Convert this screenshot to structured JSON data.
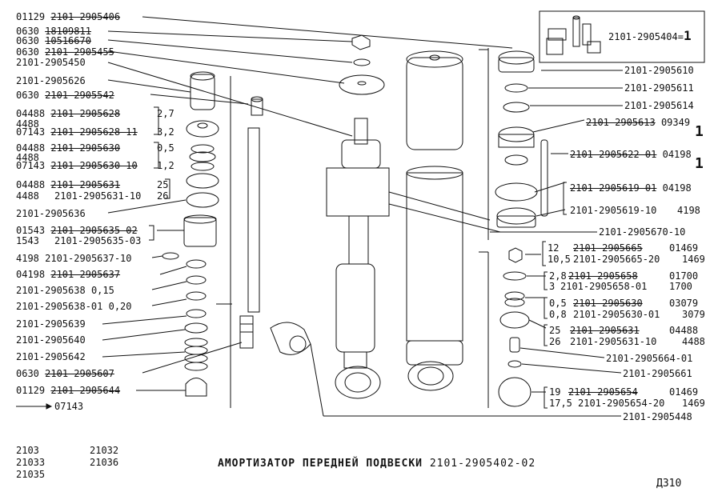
{
  "left_labels": [
    {
      "code": "01129",
      "part": "2101-2905406",
      "strike": true
    },
    {
      "code": "0630",
      "part": "18109811",
      "strike": true
    },
    {
      "code": "0630",
      "part": "10516670",
      "strike": true
    },
    {
      "code": "0630",
      "part": "2101-2905455",
      "strike": true
    },
    {
      "code": "",
      "part": "2101-2905450",
      "strike": false
    },
    {
      "code": "",
      "part": "2101-2905626",
      "strike": false
    },
    {
      "code": "0630",
      "part": "2101-2905542",
      "strike": true
    },
    {
      "code": "04488",
      "part": "2101-2905628",
      "strike": true,
      "size": "2,7"
    },
    {
      "code": "4488",
      "part": "",
      "strike": false
    },
    {
      "code": "07143",
      "part": "2101-2905628-11",
      "strike": true,
      "size": "3,2"
    },
    {
      "code": "04488",
      "part": "2101-2905630",
      "strike": true,
      "size": "0,5"
    },
    {
      "code": "4488",
      "part": "",
      "strike": false
    },
    {
      "code": "07143",
      "part": "2101-2905630-10",
      "strike": true,
      "size": "1,2"
    },
    {
      "code": "04488",
      "part": "2101-2905631",
      "strike": true,
      "size": "25"
    },
    {
      "code": "4488",
      "part": "2101-2905631-10",
      "strike": false,
      "size": "26"
    },
    {
      "code": "",
      "part": "2101-2905636",
      "strike": false
    },
    {
      "code": "01543",
      "part": "2101-2905635-02",
      "strike": true
    },
    {
      "code": "1543",
      "part": "2101-2905635-03",
      "strike": false
    },
    {
      "code": "4198",
      "part": "2101-2905637-10",
      "strike": false
    },
    {
      "code": "04198",
      "part": "2101-2905637",
      "strike": true
    },
    {
      "code": "",
      "part": "2101-2905638",
      "strike": false,
      "size": "0,15"
    },
    {
      "code": "",
      "part": "2101-2905638-01",
      "strike": false,
      "size": "0,20"
    },
    {
      "code": "",
      "part": "2101-2905639",
      "strike": false
    },
    {
      "code": "",
      "part": "2101-2905640",
      "strike": false
    },
    {
      "code": "",
      "part": "2101-2905642",
      "strike": false
    },
    {
      "code": "0630",
      "part": "2101-2905607",
      "strike": true
    },
    {
      "code": "01129",
      "part": "2101-2905644",
      "strike": true
    }
  ],
  "arrow_note": "07143",
  "inset_label": "2101-2905404",
  "inset_qty": "1",
  "right_labels": {
    "r1": "2101-2905610",
    "r2": "2101-2905611",
    "r3": "2101-2905614",
    "r4_part": "2101-2905613",
    "r4_code": "09349",
    "r5_qty": "1",
    "r6_part": "2101-2905622-01",
    "r6_code": "04198",
    "r7_qty": "1",
    "r8_part": "2101-2905619-01",
    "r8_code": "04198",
    "r9_part": "2101-2905619-10",
    "r9_code": "4198",
    "r10": "2101-2905670-10",
    "r11_size": "12",
    "r11_part": "2101-2905665",
    "r11_code": "01469",
    "r12_size": "10,5",
    "r12_part": "2101-2905665-20",
    "r12_code": "1469",
    "r13_size": "2,8",
    "r13_part": "2101-2905658",
    "r13_code": "01700",
    "r14_size": "3",
    "r14_part": "2101-2905658-01",
    "r14_code": "1700",
    "r15_size": "0,5",
    "r15_part": "2101-2905630",
    "r15_code": "03079",
    "r16_size": "0,8",
    "r16_part": "2101-2905630-01",
    "r16_code": "3079",
    "r17_size": "25",
    "r17_part": "2101-2905631",
    "r17_code": "04488",
    "r18_size": "26",
    "r18_part": "2101-2905631-10",
    "r18_code": "4488",
    "r19": "2101-2905664-01",
    "r20": "2101-2905661",
    "r21_size": "19",
    "r21_part": "2101-2905654",
    "r21_code": "01469",
    "r22_size": "17,5",
    "r22_part": "2101-2905654-20",
    "r22_code": "1469",
    "r23": "2101-2905448"
  },
  "models": [
    "2103",
    "21033",
    "21035",
    "21032",
    "21036"
  ],
  "title": "АМОРТИЗАТОР ПЕРЕДНЕЙ ПОДВЕСКИ",
  "title_number": "2101-2905402-02",
  "page": "Д310"
}
